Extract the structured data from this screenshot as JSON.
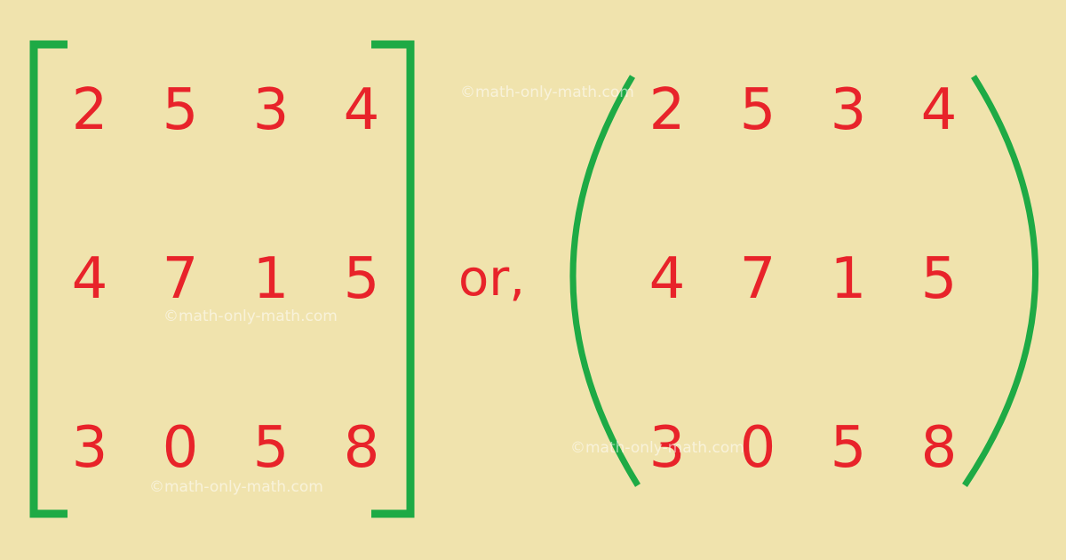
{
  "matrix": {
    "rows": [
      [
        "2",
        "5",
        "3",
        "4"
      ],
      [
        "4",
        "7",
        "1",
        "5"
      ],
      [
        "3",
        "0",
        "5",
        "8"
      ]
    ]
  },
  "separator": "or,",
  "watermark": "©math-only-math.com",
  "colors": {
    "background": "#F0E3AD",
    "entries": "#E8232A",
    "brackets": "#1EAA45"
  },
  "icons": {
    "left": "square-brackets-icon",
    "right": "round-parentheses-icon"
  }
}
